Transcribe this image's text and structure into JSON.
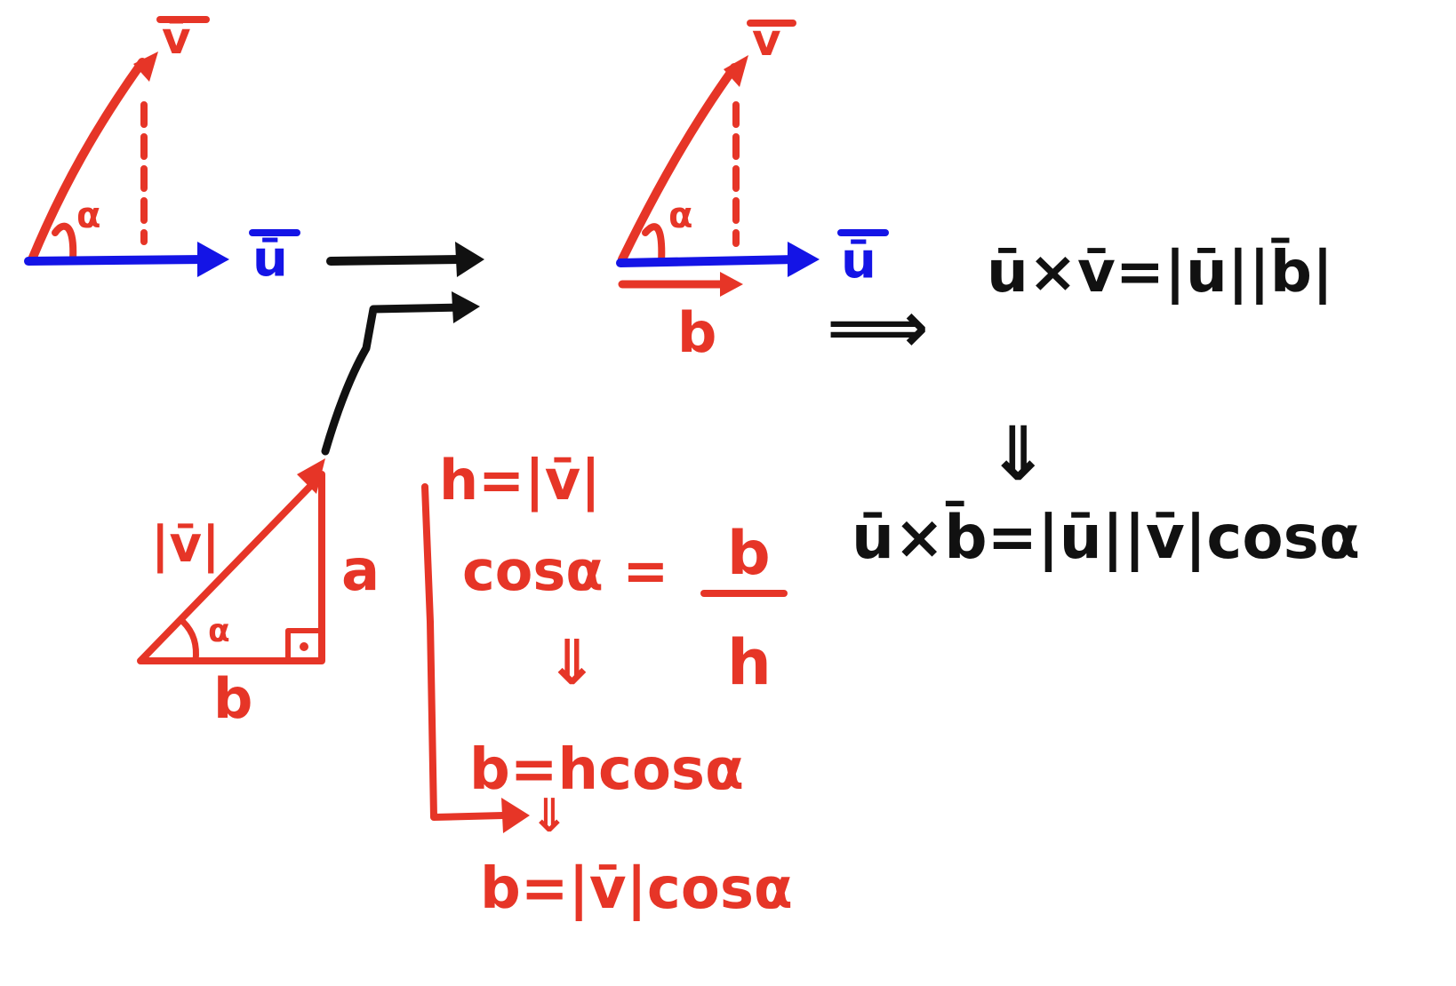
{
  "colors": {
    "red": "#e63527",
    "blue": "#1414e6",
    "black": "#111111",
    "background": "#ffffff"
  },
  "panel1": {
    "vector_v": "v̄",
    "vector_u": "ū",
    "angle": "α"
  },
  "panel2": {
    "vector_v": "v̄",
    "vector_u": "ū",
    "angle": "α",
    "projection": "b"
  },
  "triangle": {
    "hypotenuse": "|v̄|",
    "opposite": "a",
    "adjacent": "b",
    "angle": "α"
  },
  "derivation": {
    "line1": "h=|v̄|",
    "line2_left": "cosα =",
    "line2_num": "b",
    "line2_den": "h",
    "implies": "⇓",
    "line3": "b=hcosα",
    "implies2": "⇓",
    "line4": "b=|v̄|cosα"
  },
  "result": {
    "implies": "⟹",
    "eq1": "ū×v̄=|ū||b̄|",
    "implies_down": "⇓",
    "eq2": "ū×b̄=|ū||v̄|cosα"
  }
}
